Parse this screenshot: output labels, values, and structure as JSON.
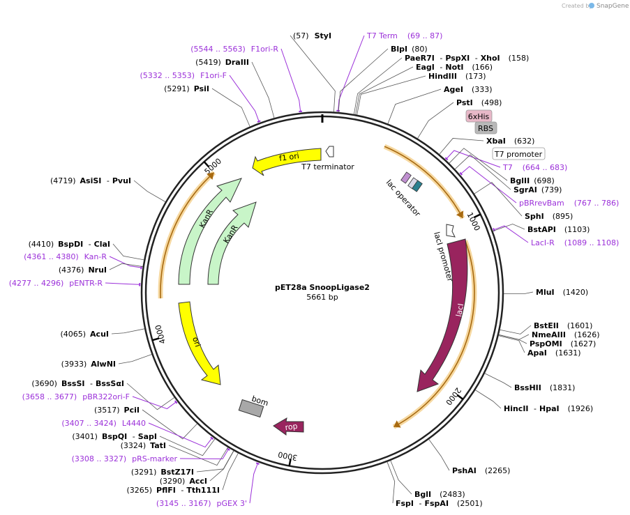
{
  "watermark": {
    "prefix": "Created by",
    "brand": "SnapGene"
  },
  "plasmid": {
    "name": "pET28a SnoopLigase2",
    "size_label": "5661 bp",
    "length": 5661
  },
  "ticks": [
    "1000",
    "2000",
    "3000",
    "4000",
    "5000"
  ],
  "features": {
    "f1_ori": "f1 ori",
    "t7_terminator": "T7 terminator",
    "lac_operator": "lac operator",
    "laci_promoter": "lacI promoter",
    "laci": "lacI",
    "kanr": "KanR",
    "ori": "ori",
    "bom": "bom",
    "rop": "rop",
    "sixhis": "6xHis",
    "rbs": "RBS",
    "t7_promoter": "T7 promoter"
  },
  "labels": {
    "styi": {
      "pos": "(57)",
      "name": "StyI"
    },
    "t7term": {
      "name": "T7 Term",
      "range": "(69 .. 87)"
    },
    "blpi": {
      "name": "BlpI",
      "pos": "(80)"
    },
    "paer7i": {
      "name": "PaeR7I",
      "name2": "PspXI",
      "name3": "XhoI",
      "pos": "(158)"
    },
    "eagi": {
      "name": "EagI",
      "name2": "NotI",
      "pos": "(166)"
    },
    "hindiii": {
      "name": "HindIII",
      "pos": "(173)"
    },
    "agei": {
      "name": "AgeI",
      "pos": "(333)"
    },
    "psti": {
      "name": "PstI",
      "pos": "(498)"
    },
    "xbai": {
      "name": "XbaI",
      "pos": "(632)"
    },
    "t7": {
      "name": "T7",
      "range": "(664 .. 683)"
    },
    "bglii": {
      "name": "BglII",
      "pos": "(698)"
    },
    "sgrai": {
      "name": "SgrAI",
      "pos": "(739)"
    },
    "pbrrevbam": {
      "name": "pBRrevBam",
      "range": "(767 .. 786)"
    },
    "sphi": {
      "name": "SphI",
      "pos": "(895)"
    },
    "bstapi": {
      "name": "BstAPI",
      "pos": "(1103)"
    },
    "laci_r": {
      "name": "LacI-R",
      "range": "(1089 .. 1108)"
    },
    "mlui": {
      "name": "MluI",
      "pos": "(1420)"
    },
    "bsteii": {
      "name": "BstEII",
      "pos": "(1601)"
    },
    "nmeaiii": {
      "name": "NmeAIII",
      "pos": "(1626)"
    },
    "psppomi": {
      "name": "PspOMI",
      "pos": "(1627)"
    },
    "apai": {
      "name": "ApaI",
      "pos": "(1631)"
    },
    "bsshii": {
      "name": "BssHII",
      "pos": "(1831)"
    },
    "hincii": {
      "name": "HincII",
      "name2": "HpaI",
      "pos": "(1926)"
    },
    "pshai": {
      "name": "PshAI",
      "pos": "(2265)"
    },
    "bgli": {
      "name": "BglI",
      "pos": "(2483)"
    },
    "fspi": {
      "name": "FspI",
      "name2": "FspAI",
      "pos": "(2501)"
    },
    "styi_r": {
      "range": "(5544 .. 5563)",
      "name": "F1ori-R"
    },
    "draiii": {
      "pos": "(5419)",
      "name": "DraIII"
    },
    "f1ori_f": {
      "range": "(5332 .. 5353)",
      "name": "F1ori-F"
    },
    "psii": {
      "pos": "(5291)",
      "name": "PsiI"
    },
    "asisi": {
      "pos": "(4719)",
      "name": "AsiSI",
      "name2": "PvuI"
    },
    "bspdi": {
      "pos": "(4410)",
      "name": "BspDI",
      "name2": "ClaI"
    },
    "kan_r": {
      "range": "(4361 .. 4380)",
      "name": "Kan-R"
    },
    "nrui": {
      "pos": "(4376)",
      "name": "NruI"
    },
    "pentr_r": {
      "range": "(4277 .. 4296)",
      "name": "pENTR-R"
    },
    "acui": {
      "pos": "(4065)",
      "name": "AcuI"
    },
    "alwni": {
      "pos": "(3933)",
      "name": "AlwNI"
    },
    "bsssi": {
      "pos": "(3690)",
      "name": "BssSI",
      "name2": "BssSαI"
    },
    "pbr322": {
      "range": "(3658 .. 3677)",
      "name": "pBR322ori-F"
    },
    "pcii": {
      "pos": "(3517)",
      "name": "PciI"
    },
    "l4440": {
      "range": "(3407 .. 3424)",
      "name": "L4440"
    },
    "bspqi": {
      "pos": "(3401)",
      "name": "BspQI",
      "name2": "SapI"
    },
    "tati": {
      "pos": "(3324)",
      "name": "TatI"
    },
    "prs": {
      "range": "(3308 .. 3327)",
      "name": "pRS-marker"
    },
    "bstz17i": {
      "pos": "(3291)",
      "name": "BstZ17I"
    },
    "acci": {
      "pos": "(3290)",
      "name": "AccI"
    },
    "pflfi": {
      "pos": "(3265)",
      "name": "PflFI",
      "name2": "Tth111I"
    },
    "pgex": {
      "range": "(3145 .. 3167)",
      "name": "pGEX 3'"
    }
  },
  "colors": {
    "backbone": "#222222",
    "primer": "#9b30d9",
    "orange": "#f0a030",
    "kanr": "#c8f5c8",
    "ori": "#ffff00",
    "laci": "#99245e",
    "rop": "#99245e",
    "bom": "#a8a8a8",
    "sixhis": "#e8b8c8",
    "rbs": "#b8b8b8"
  }
}
